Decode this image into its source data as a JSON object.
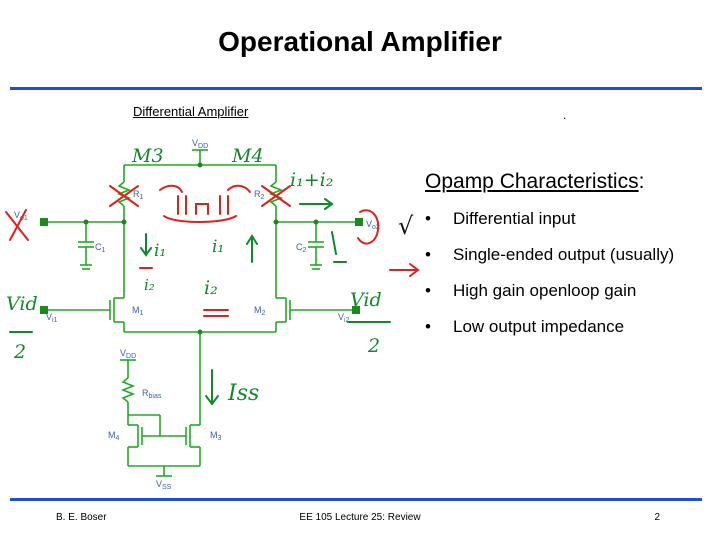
{
  "slide": {
    "title": "Operational Amplifier",
    "subtitle": "Differential Amplifier",
    "stray_dot": "."
  },
  "characteristics": {
    "heading": "Opamp Characteristics",
    "colon": ":",
    "bullet": "•",
    "items": [
      "Differential input",
      "Single-ended output (usually)",
      "High gain openloop gain",
      "Low output impedance"
    ]
  },
  "circuit_labels": {
    "vdd_top": "V",
    "vdd_top_sub": "DD",
    "r1": "R",
    "r1_sub": "1",
    "r2": "R",
    "r2_sub": "2",
    "c1": "C",
    "c1_sub": "1",
    "c2": "C",
    "c2_sub": "2",
    "vo1": "V",
    "vo1_sub": "o1",
    "vo2": "V",
    "vo2_sub": "o2",
    "vi1": "V",
    "vi1_sub": "i1",
    "vi2": "V",
    "vi2_sub": "i2",
    "m1": "M",
    "m1_sub": "1",
    "m2": "M",
    "m2_sub": "2",
    "vdd_bias": "V",
    "vdd_bias_sub": "DD",
    "rbias": "R",
    "rbias_sub": "bias",
    "m4": "M",
    "m4_sub": "4",
    "m3": "M",
    "m3_sub": "3",
    "vss": "V",
    "vss_sub": "SS"
  },
  "annotations": {
    "m3": "M3",
    "m4": "M4",
    "i1_plus_i2": "i₁+i₂",
    "i1_down": "i₁",
    "i1_mid": "i₁",
    "i2_small": "i₂",
    "i2_bottom": "i₂",
    "vid_left": "Vid",
    "vid_right": "Vid",
    "two_left": "2",
    "two_right": "2",
    "iss": "Iss",
    "check": "√"
  },
  "footer": {
    "author": "B. E. Boser",
    "course": "EE 105 Lecture 25: Review",
    "page": "2"
  },
  "colors": {
    "accent_blue": "#1f4fd6",
    "wire_green": "#22aa22",
    "label_blue": "#3b5fbf",
    "ink_green": "#0e8a2a",
    "ink_red": "#e0201a"
  }
}
